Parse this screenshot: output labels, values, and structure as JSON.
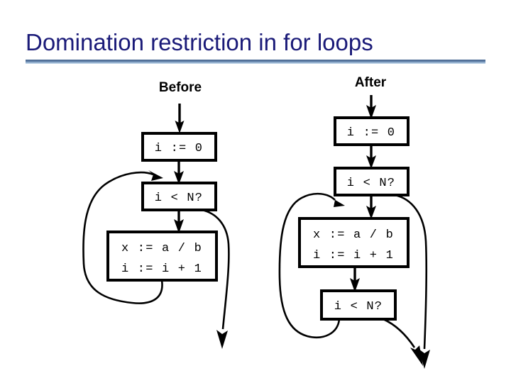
{
  "slide": {
    "title": "Domination restriction in for loops",
    "title_color": "#1a1a78",
    "background_color": "#ffffff",
    "rule_color": "#47648c"
  },
  "figure": {
    "panels": [
      {
        "id": "before",
        "label": "Before",
        "nodes": [
          {
            "id": "before-init",
            "lines": [
              "i := 0"
            ]
          },
          {
            "id": "before-test",
            "lines": [
              "i < N?"
            ]
          },
          {
            "id": "before-body",
            "lines": [
              "x := a / b",
              "i := i + 1"
            ]
          }
        ],
        "edges": [
          {
            "from": "entry",
            "to": "before-init"
          },
          {
            "from": "before-init",
            "to": "before-test"
          },
          {
            "from": "before-test",
            "to": "before-body"
          },
          {
            "from": "before-body",
            "to": "before-test",
            "kind": "back-edge"
          },
          {
            "from": "before-test",
            "to": "exit",
            "kind": "exit-edge"
          }
        ]
      },
      {
        "id": "after",
        "label": "After",
        "nodes": [
          {
            "id": "after-init",
            "lines": [
              "i := 0"
            ]
          },
          {
            "id": "after-test",
            "lines": [
              "i < N?"
            ]
          },
          {
            "id": "after-body",
            "lines": [
              "x := a / b",
              "i := i + 1"
            ]
          },
          {
            "id": "after-test2",
            "lines": [
              "i < N?"
            ]
          }
        ],
        "edges": [
          {
            "from": "entry",
            "to": "after-init"
          },
          {
            "from": "after-init",
            "to": "after-test"
          },
          {
            "from": "after-test",
            "to": "after-body"
          },
          {
            "from": "after-body",
            "to": "after-test2"
          },
          {
            "from": "after-test2",
            "to": "after-body",
            "kind": "back-edge"
          },
          {
            "from": "after-test",
            "to": "exit",
            "kind": "exit-edge"
          },
          {
            "from": "after-test2",
            "to": "exit",
            "kind": "exit-edge"
          }
        ]
      }
    ],
    "code_text": {
      "init": "i := 0",
      "test": "i < N?",
      "body_line1": "x := a / b",
      "body_line2": "i := i + 1"
    }
  }
}
